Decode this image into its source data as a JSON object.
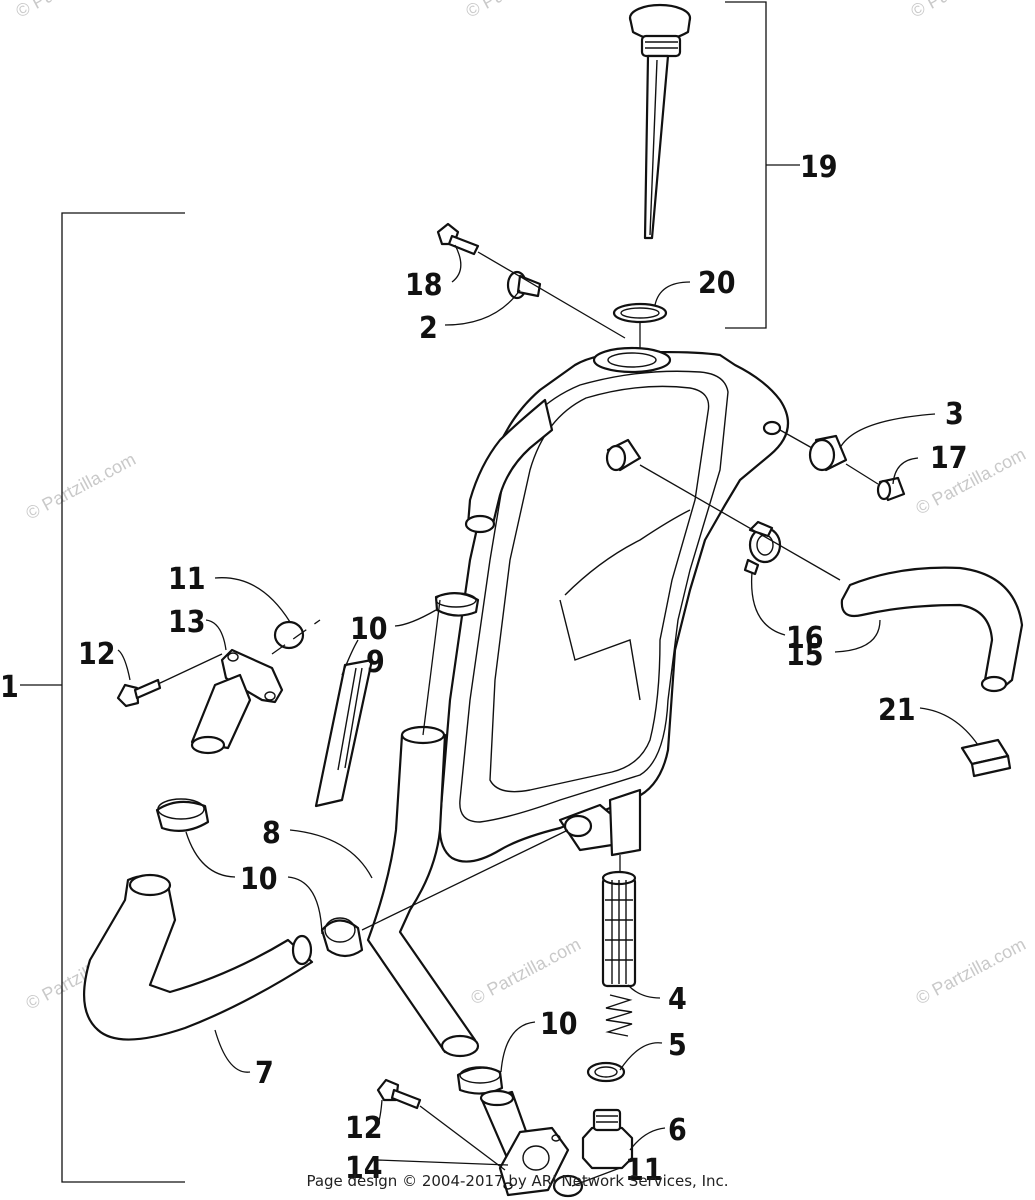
{
  "diagram": {
    "callouts": [
      {
        "id": "c1",
        "text": "1"
      },
      {
        "id": "c2",
        "text": "2"
      },
      {
        "id": "c3",
        "text": "3"
      },
      {
        "id": "c4",
        "text": "4"
      },
      {
        "id": "c5",
        "text": "5"
      },
      {
        "id": "c6",
        "text": "6"
      },
      {
        "id": "c7",
        "text": "7"
      },
      {
        "id": "c8",
        "text": "8"
      },
      {
        "id": "c9",
        "text": "9"
      },
      {
        "id": "c10a",
        "text": "10"
      },
      {
        "id": "c10b",
        "text": "10"
      },
      {
        "id": "c10c",
        "text": "10"
      },
      {
        "id": "c11a",
        "text": "11"
      },
      {
        "id": "c11b",
        "text": "11"
      },
      {
        "id": "c12a",
        "text": "12"
      },
      {
        "id": "c12b",
        "text": "12"
      },
      {
        "id": "c13",
        "text": "13"
      },
      {
        "id": "c14",
        "text": "14"
      },
      {
        "id": "c15",
        "text": "15"
      },
      {
        "id": "c16",
        "text": "16"
      },
      {
        "id": "c17",
        "text": "17"
      },
      {
        "id": "c18",
        "text": "18"
      },
      {
        "id": "c19",
        "text": "19"
      },
      {
        "id": "c20",
        "text": "20"
      },
      {
        "id": "c21",
        "text": "21"
      }
    ],
    "watermark": "© Partzilla.com",
    "footer": "Page design © 2004-2017 by ARI Network Services, Inc."
  }
}
